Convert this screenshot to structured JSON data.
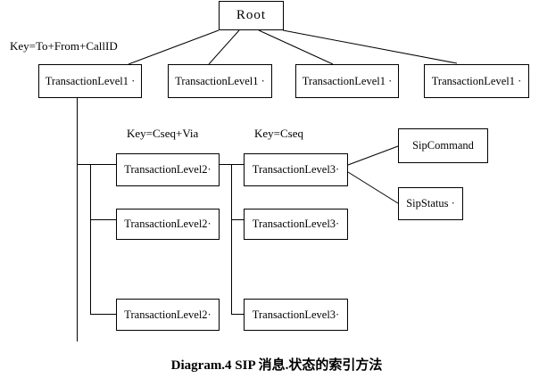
{
  "diagram": {
    "caption": "Diagram.4 SIP 消息.状态的索引方法",
    "root": {
      "label": "Root"
    },
    "annotations": {
      "level1_key": "Key=To+From+CallID",
      "level2_key": "Key=Cseq+Via",
      "level3_key": "Key=Cseq"
    },
    "level1": [
      {
        "label": "TransactionLevel1 ·"
      },
      {
        "label": "TransactionLevel1 ·"
      },
      {
        "label": "TransactionLevel1 ·"
      },
      {
        "label": "TransactionLevel1 ·"
      }
    ],
    "level2": [
      {
        "label": "TransactionLevel2·"
      },
      {
        "label": "TransactionLevel2·"
      },
      {
        "label": "TransactionLevel2·"
      }
    ],
    "level3": [
      {
        "label": "TransactionLevel3·"
      },
      {
        "label": "TransactionLevel3·"
      },
      {
        "label": "TransactionLevel3·"
      }
    ],
    "leaves": {
      "sip_command": {
        "label": "SipCommand"
      },
      "sip_status": {
        "label": "SipStatus ·"
      }
    },
    "colors": {
      "line": "#000000",
      "background": "#ffffff",
      "text": "#000000"
    }
  }
}
